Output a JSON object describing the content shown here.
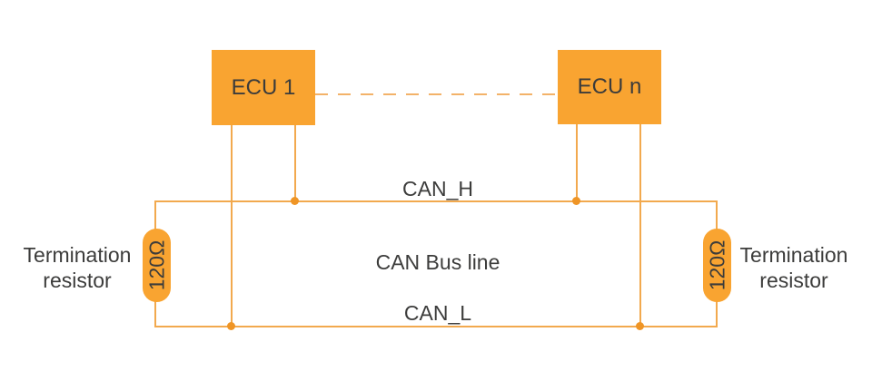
{
  "diagram": {
    "type": "network-topology",
    "title": "CAN Bus line",
    "nodes": {
      "ecu1": {
        "label": "ECU 1"
      },
      "ecun": {
        "label": "ECU n"
      }
    },
    "bus": {
      "high_label": "CAN_H",
      "low_label": "CAN_L",
      "center_label": "CAN Bus line"
    },
    "resistors": {
      "left": {
        "value": "120Ω",
        "label_line1": "Termination",
        "label_line2": "resistor"
      },
      "right": {
        "value": "120Ω",
        "label_line1": "Termination",
        "label_line2": "resistor"
      }
    },
    "colors": {
      "node_fill": "#f9a431",
      "wire": "#f2a94e",
      "dashed_wire": "#f3b269",
      "junction_dot": "#ef9526",
      "text": "#3c3c3b",
      "background": "#ffffff"
    }
  }
}
